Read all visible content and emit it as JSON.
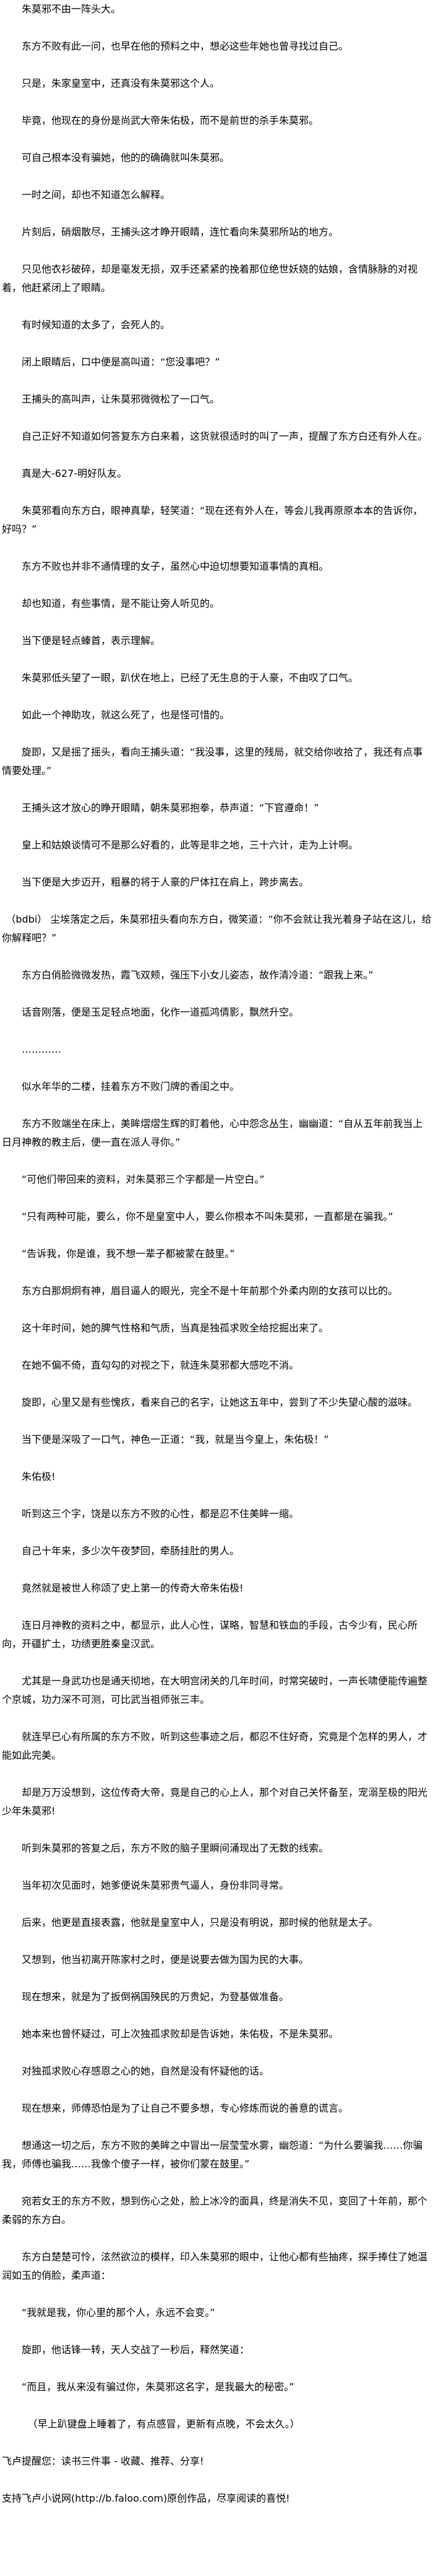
{
  "paragraphs": [
    "朱莫邪不由一阵头大。",
    "东方不败有此一问，也早在他的预料之中，想必这些年她也曾寻找过自己。",
    "只是，朱家皇室中，还真没有朱莫邪这个人。",
    "毕竟，他现在的身份是尚武大帝朱佑极，而不是前世的杀手朱莫邪。",
    "可自己根本没有骗她，他的的确确就叫朱莫邪。",
    "一时之间，却也不知道怎么解释。",
    "片刻后，硝烟散尽，王捕头这才睁开眼睛，连忙看向朱莫邪所站的地方。",
    "只见他衣衫破碎，却是毫发无损，双手还紧紧的挽着那位绝世妖娆的姑娘，含情脉脉的对视着，他赶紧闭上了眼睛。",
    "有时候知道的太多了，会死人的。",
    "闭上眼睛后，口中便是高叫道：“您没事吧？”",
    "王捕头的高叫声，让朱莫邪微微松了一口气。",
    "自己正好不知道如何答复东方白来着，这货就很适时的叫了一声，提醒了东方白还有外人在。",
    "真是大-627-明好队友。",
    "朱莫邪看向东方白，眼神真挚，轻笑道：“现在还有外人在，等会儿我再原原本本的告诉你，好吗？”",
    "东方不败也并非不通情理的女子，虽然心中迫切想要知道事情的真相。",
    "却也知道，有些事情，是不能让旁人听见的。",
    "当下便是轻点螓首，表示理解。",
    "朱莫邪低头望了一眼，趴伏在地上，已经了无生息的于人豪，不由叹了口气。",
    "如此一个神助攻，就这么死了，也是怪可惜的。",
    "旋即，又是摇了摇头，看向王捕头道：“我没事，这里的残局，就交给你收拾了，我还有点事情要处理。”",
    "王捕头这才放心的睁开眼睛，朝朱莫邪抱拳，恭声道：“下官遵命！”",
    "皇上和姑娘谈情可不是那么好看的，此等是非之地，三十六计，走为上计啊。",
    "当下便是大步迈开，粗暴的将于人豪的尸体扛在肩上，跨步离去。",
    "（bdbi） 尘埃落定之后，朱莫邪扭头看向东方白，微笑道：“你不会就让我光着身子站在这儿，给你解释吧？”",
    "东方白俏脸微微发热，霞飞双颊，强压下小女儿姿态，故作清冷道：“跟我上来。”",
    "话音刚落，便是玉足轻点地面，化作一道孤鸿倩影，飘然升空。",
    "…………",
    "似水年华的二楼，挂着东方不败门牌的香闺之中。",
    "东方不败端坐在床上，美眸熠熠生辉的盯着他，心中怨念丛生，幽幽道：“自从五年前我当上日月神教的教主后，便一直在派人寻你。”",
    "“可他们带回来的资料，对朱莫邪三个字都是一片空白。”",
    "“只有两种可能，要么，你不是皇室中人，要么你根本不叫朱莫邪，一直都是在骗我。”",
    "“告诉我，你是谁，我不想一辈子都被蒙在鼓里。”",
    "东方白那炯炯有神，眉目逼人的眼光，完全不是十年前那个外柔内刚的女孩可以比的。",
    "这十年时间，她的脾气性格和气质，当真是独孤求败全给挖掘出来了。",
    "在她不偏不倚，直勾勾的对视之下，就连朱莫邪都大感吃不消。",
    "旋即，心里又是有些愧疚，看来自己的名字，让她这五年中，尝到了不少失望心酸的滋味。",
    "当下便是深吸了一口气，神色一正道：“我，就是当今皇上，朱佑极！”",
    "朱佑极!",
    "听到这三个字，饶是以东方不败的心性，都是忍不住美眸一缩。",
    "自己十年来，多少次午夜梦回，牵肠挂肚的男人。",
    "竟然就是被世人称颂了史上第一的传奇大帝朱佑极!",
    "连日月神教的资料之中，都显示，此人心性，谋略，智慧和铁血的手段，古今少有，民心所向，开疆扩土，功绩更胜秦皇汉武。",
    "尤其是一身武功也是通天彻地，在大明宫闭关的几年时间，时常突破时，一声长啸便能传遍整个京城，功力深不可测，可比武当祖师张三丰。",
    "就连早已心有所属的东方不败，听到这些事迹之后，都忍不住好奇，究竟是个怎样的男人，才能如此完美。",
    "却是万万没想到，这位传奇大帝，竟是自己的心上人，那个对自己关怀备至，宠溺至极的阳光少年朱莫邪!",
    "听到朱莫邪的答复之后，东方不败的脑子里瞬间涌现出了无数的线索。",
    "当年初次见面时，她爹便说朱莫邪贵气逼人，身份非同寻常。",
    "后来，他更是直接表露，他就是皇室中人，只是没有明说，那时候的他就是太子。",
    "又想到，他当初离开陈家村之时，便是说要去做为国为民的大事。",
    "现在想来，就是为了扳倒祸国殃民的万贵妃，为登基做准备。",
    "她本来也曾怀疑过，可上次独孤求败却是告诉她，朱佑极，不是朱莫邪。",
    "对独孤求败心存感恩之心的她，自然是没有怀疑他的话。",
    "现在想来，师傅恐怕是为了让自己不要多想，专心修炼而说的善意的谎言。",
    "想通这一切之后，东方不败的美眸之中冒出一层莹莹水雾，幽怨道：“为什么要骗我……你骗我，师傅也骗我……我像个傻子一样，被你们蒙在鼓里。”",
    "宛若女王的东方不败，想到伤心之处，脸上冰冷的面具，终是消失不见，变回了十年前，那个柔弱的东方白。",
    "东方白楚楚可怜，泫然欲泣的模样，印入朱莫邪的眼中，让他心都有些抽疼，探手捧住了她温润如玉的俏脸，柔声道：",
    "“我就是我，你心里的那个人，永远不会变。”",
    "旋即，他话锋一转，天人交战了一秒后，释然笑道：",
    "“而且，我从来没有骗过你，朱莫邪这名字，是我最大的秘密。”",
    "（早上趴键盘上睡着了，有点感冒，更新有点晚，不会太久。）",
    "飞卢提醒您：读书三件事 - 收藏、推荐、分享!",
    "支持飞卢小说网(http://b.faloo.com)原创作品，尽享阅读的喜悦!"
  ]
}
